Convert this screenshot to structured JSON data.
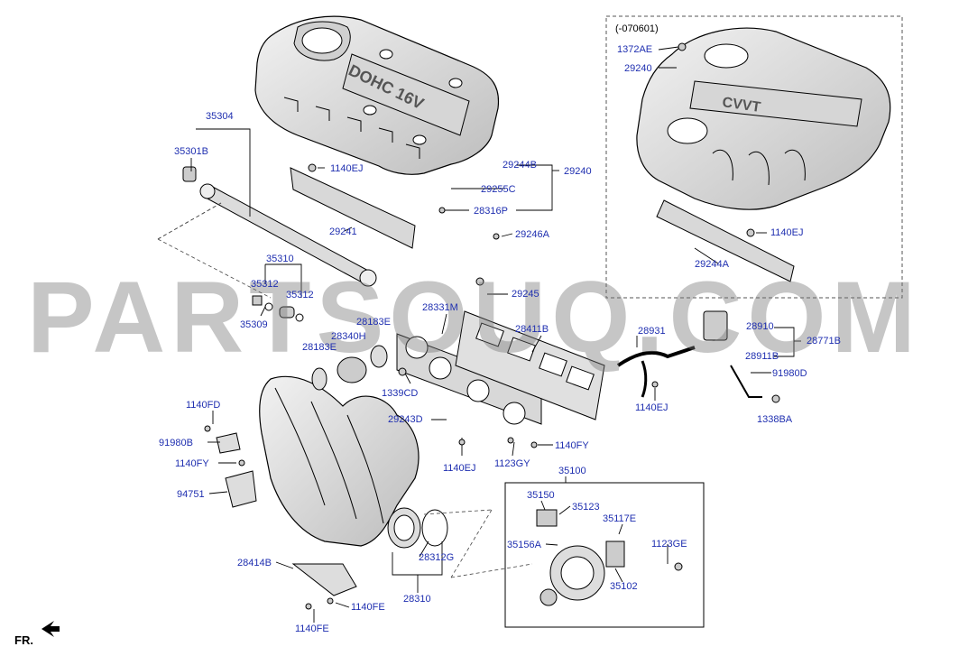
{
  "title": "",
  "watermark": "PARTSOUQ.COM",
  "direction_label": "FR.",
  "inset_note": "(-070601)",
  "cover_text_left": "DOHC 16V",
  "cover_text_right": "CVVT",
  "labels": {
    "l35304": "35304",
    "l35301B": "35301B",
    "l1140EJ_a": "1140EJ",
    "l29241": "29241",
    "l29244B": "29244B",
    "l29240_a": "29240",
    "l29255C": "29255C",
    "l28316P": "28316P",
    "l29246A": "29246A",
    "l1372AE": "1372AE",
    "l29240_b": "29240",
    "l1140EJ_b": "1140EJ",
    "l29244A": "29244A",
    "l35310": "35310",
    "l35312_a": "35312",
    "l35312_b": "35312",
    "l35309": "35309",
    "l29245": "29245",
    "l28331M": "28331M",
    "l28183E_a": "28183E",
    "l28340H": "28340H",
    "l28183E_b": "28183E",
    "l28411B": "28411B",
    "l1339CD": "1339CD",
    "l28931": "28931",
    "l28910": "28910",
    "l28771B": "28771B",
    "l28911B": "28911B",
    "l91980D": "91980D",
    "l1140EJ_c": "1140EJ",
    "l1338BA": "1338BA",
    "l1140FD": "1140FD",
    "l29243D": "29243D",
    "l91980B": "91980B",
    "l1140FY_a": "1140FY",
    "l1140EJ_d": "1140EJ",
    "l1123GY": "1123GY",
    "l1140FY_b": "1140FY",
    "l35100": "35100",
    "l94751": "94751",
    "l35150": "35150",
    "l35123": "35123",
    "l35117E": "35117E",
    "l35156A": "35156A",
    "l1123GE": "1123GE",
    "l28312G": "28312G",
    "l28414B": "28414B",
    "l35102": "35102",
    "l28310": "28310",
    "l1140FE_a": "1140FE",
    "l1140FE_b": "1140FE"
  },
  "colors": {
    "label": "#1f2fb0",
    "line": "#000000",
    "part_fill": "#e4e4e4",
    "part_dark": "#b5b5b5",
    "watermark": "#8a8a8a"
  },
  "icons": {
    "direction_arrow": "arrow-left-down-icon"
  }
}
